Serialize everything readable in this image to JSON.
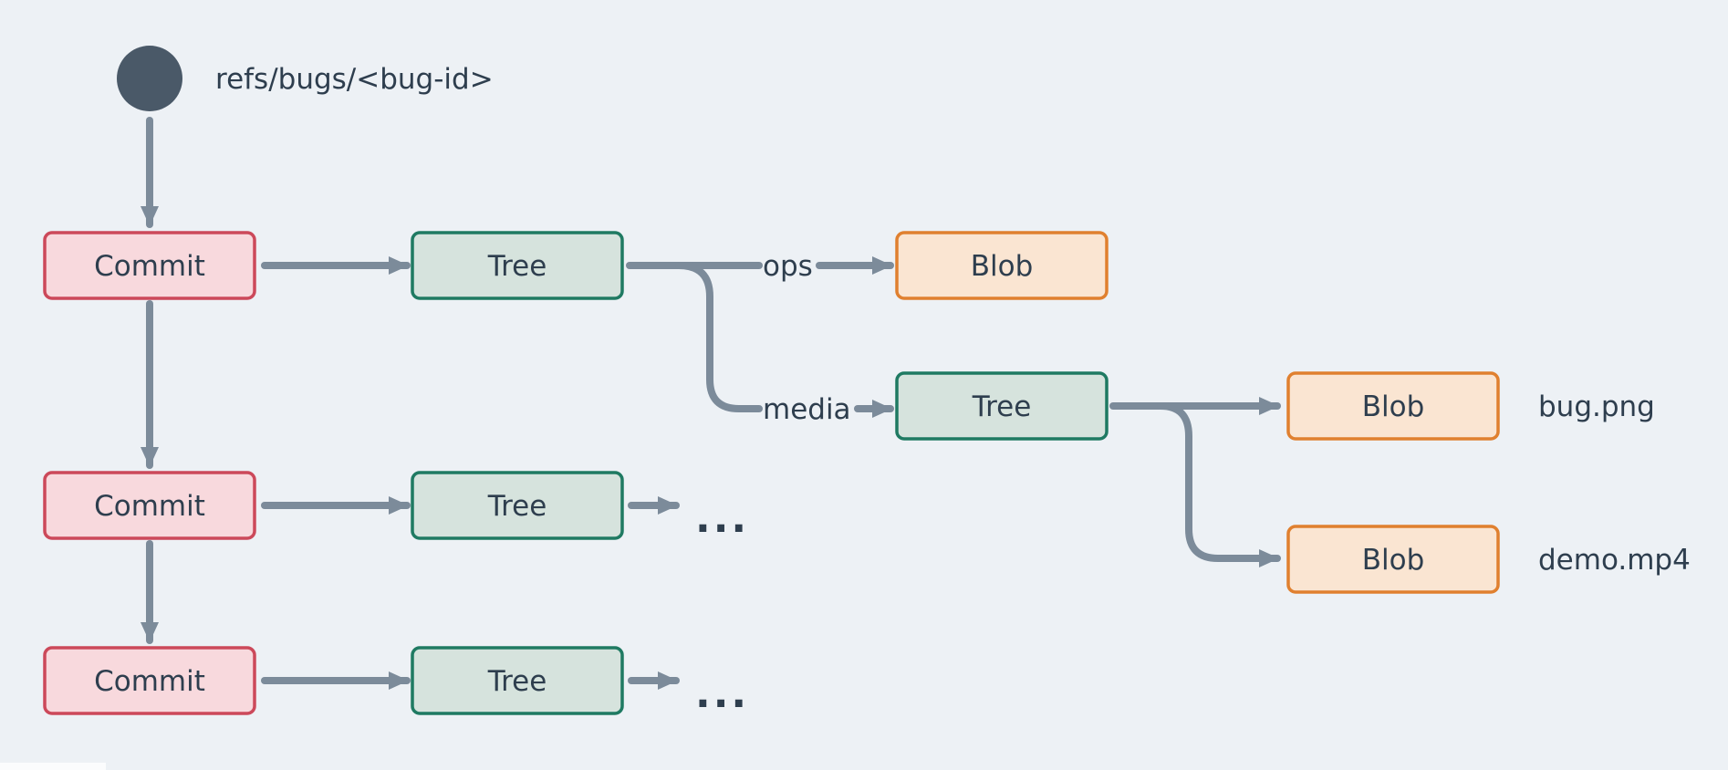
{
  "diagram": {
    "ref": {
      "label": "refs/bugs/<bug-id>"
    },
    "nodes": {
      "commit1": {
        "label": "Commit",
        "type": "commit"
      },
      "commit2": {
        "label": "Commit",
        "type": "commit"
      },
      "commit3": {
        "label": "Commit",
        "type": "commit"
      },
      "tree_root1": {
        "label": "Tree",
        "type": "tree"
      },
      "tree_root2": {
        "label": "Tree",
        "type": "tree"
      },
      "tree_root3": {
        "label": "Tree",
        "type": "tree"
      },
      "tree_media": {
        "label": "Tree",
        "type": "tree"
      },
      "blob_ops": {
        "label": "Blob",
        "type": "blob"
      },
      "blob_bug": {
        "label": "Blob",
        "type": "blob"
      },
      "blob_demo": {
        "label": "Blob",
        "type": "blob"
      }
    },
    "edge_labels": {
      "ops": "ops",
      "media": "media"
    },
    "file_labels": {
      "bug_png": "bug.png",
      "demo_mp4": "demo.mp4"
    },
    "ellipsis_row2": "...",
    "ellipsis_row3": "...",
    "colors": {
      "background": "#edf1f5",
      "text": "#2e3e4e",
      "connector": "#7c8b9a",
      "ref_circle": "#4a5968",
      "commit_fill": "#f8d9dd",
      "commit_border": "#cc495a",
      "tree_fill": "#d6e3dd",
      "tree_border": "#1f7a62",
      "blob_fill": "#fae5d2",
      "blob_border": "#e0802f"
    }
  }
}
